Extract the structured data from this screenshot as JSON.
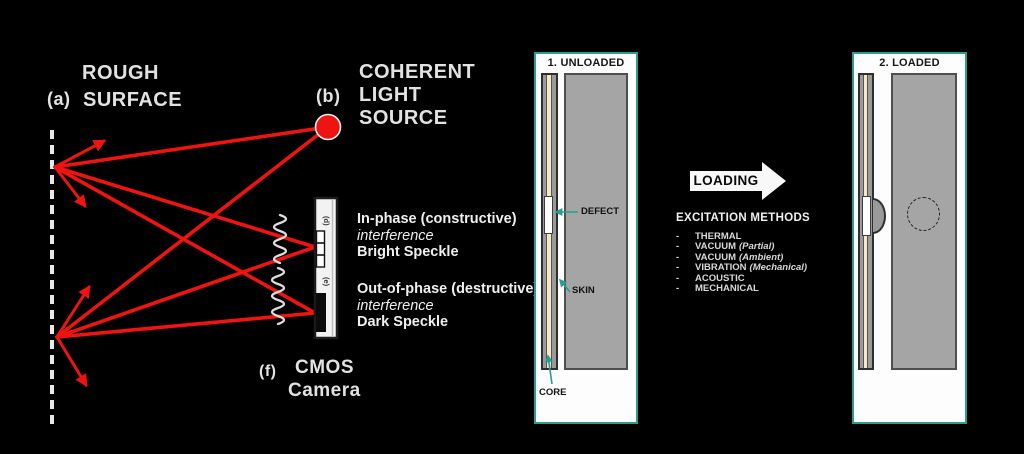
{
  "colors": {
    "background": "#000000",
    "ray_red": "#ed1411",
    "teal_accent": "#2a9d8f",
    "core_tan": "#f7e8c3",
    "skin_gray": "#9a9a9a",
    "panel_gray": "#a5a5a5",
    "text_light": "#e6e6e6"
  },
  "optics": {
    "label_a": "(a)",
    "surface_line1": "ROUGH",
    "surface_line2": "SURFACE",
    "label_b": "(b)",
    "source_line1": "COHERENT",
    "source_line2": "LIGHT",
    "source_line3": "SOURCE",
    "sensor_label_d": "(d)",
    "sensor_label_e": "(e)",
    "inphase": {
      "line1": "In-phase (constructive)",
      "line2": "interference",
      "line3": "Bright Speckle"
    },
    "outphase": {
      "line1": "Out-of-phase (destructive)",
      "line2": "interference",
      "line3": "Dark Speckle"
    },
    "label_f": "(f)",
    "camera_line1": "CMOS",
    "camera_line2": "Camera"
  },
  "panel_unloaded": {
    "title": "1. UNLOADED",
    "defect_label": "DEFECT",
    "skin_label": "SKIN",
    "core_label": "CORE"
  },
  "panel_loaded": {
    "title": "2. LOADED"
  },
  "loading": {
    "label": "LOADING"
  },
  "excitation": {
    "title": "EXCITATION METHODS",
    "bullet": "-",
    "items": [
      {
        "name": "THERMAL",
        "qualifier": ""
      },
      {
        "name": "VACUUM",
        "qualifier": "(Partial)"
      },
      {
        "name": "VACUUM",
        "qualifier": "(Ambient)"
      },
      {
        "name": "VIBRATION",
        "qualifier": "(Mechanical)"
      },
      {
        "name": "ACOUSTIC",
        "qualifier": ""
      },
      {
        "name": "MECHANICAL",
        "qualifier": ""
      }
    ]
  }
}
